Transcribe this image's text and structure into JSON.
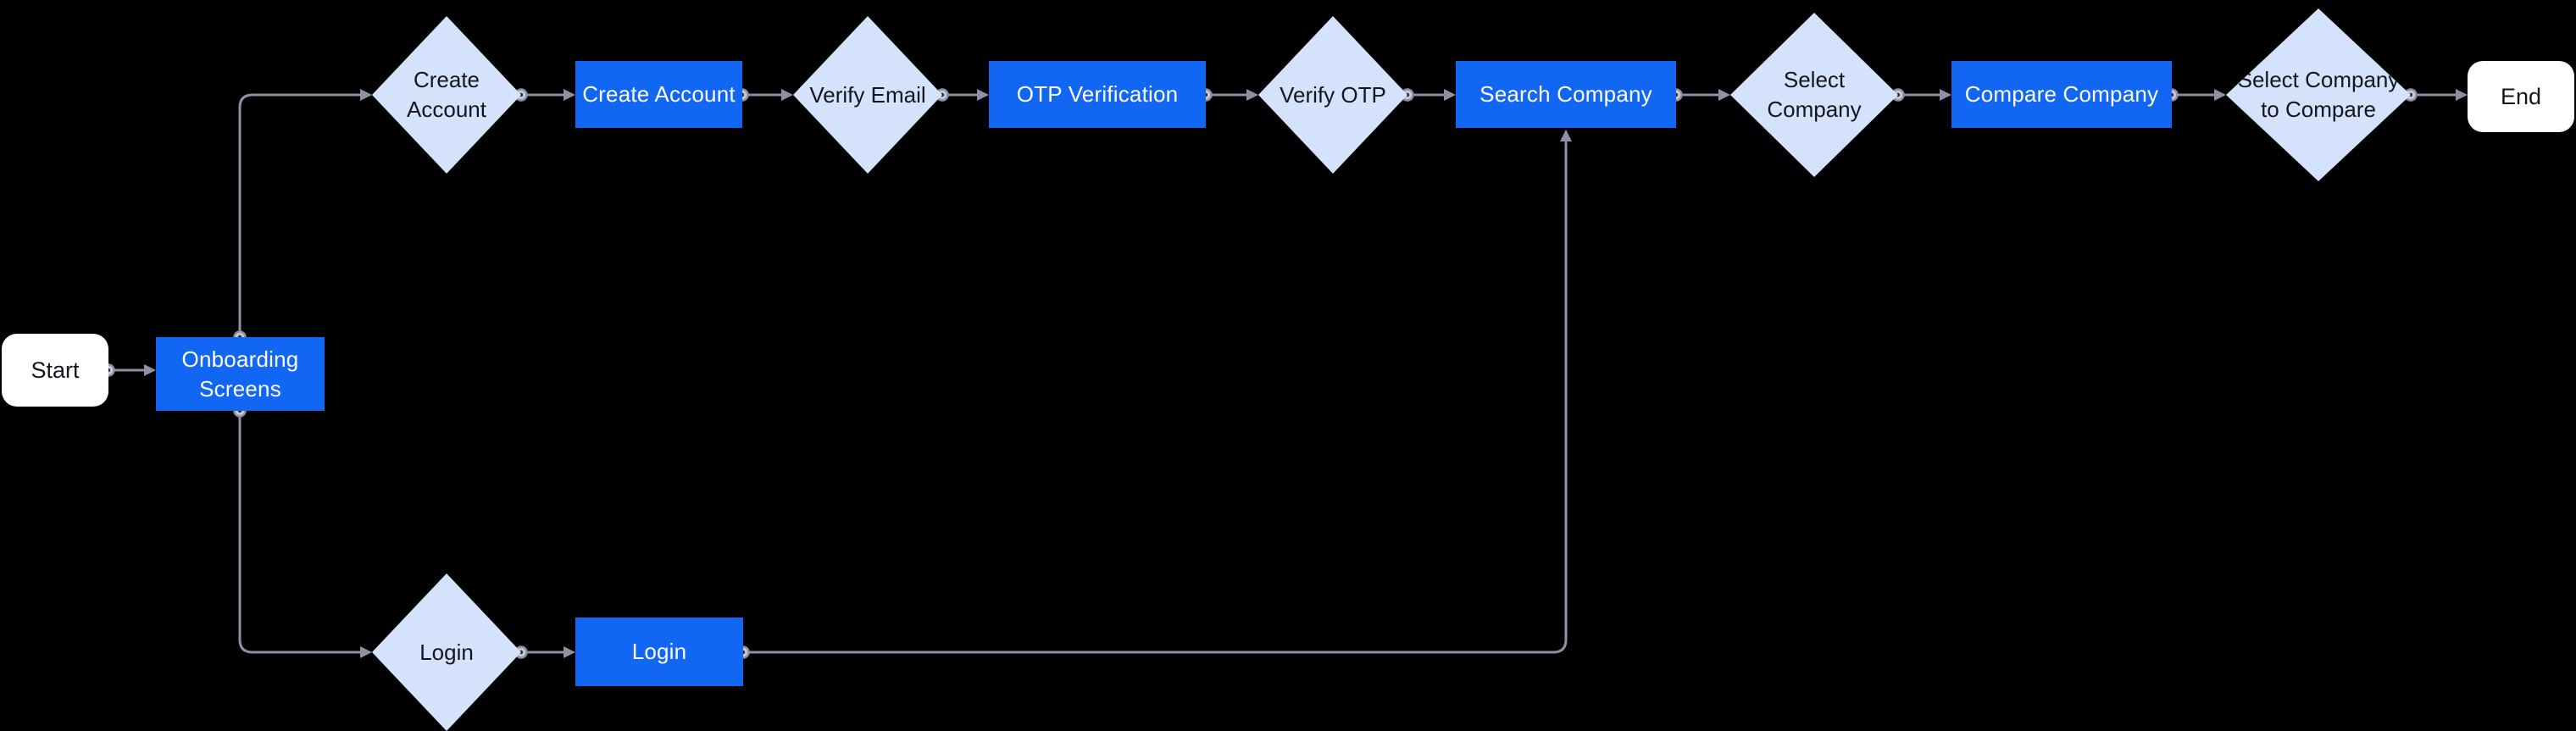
{
  "colors": {
    "background": "#000000",
    "process_fill": "#1166F3",
    "process_text": "#FFFFFF",
    "decision_fill": "#D5E2FB",
    "decision_text": "#15151E",
    "terminator_fill": "#FFFFFF",
    "terminator_text": "#15151E",
    "connector": "#8F8FA5"
  },
  "nodes": {
    "start": {
      "label": "Start",
      "type": "terminator"
    },
    "onboarding": {
      "label": "Onboarding Screens",
      "type": "process"
    },
    "create_account_d": {
      "label": "Create Account",
      "type": "decision"
    },
    "create_account_p": {
      "label": "Create Account",
      "type": "process"
    },
    "verify_email": {
      "label": "Verify Email",
      "type": "decision"
    },
    "otp_verification": {
      "label": "OTP Verification",
      "type": "process"
    },
    "verify_otp": {
      "label": "Verify OTP",
      "type": "decision"
    },
    "search_company": {
      "label": "Search Company",
      "type": "process"
    },
    "select_company": {
      "label": "Select Company",
      "type": "decision"
    },
    "compare_company": {
      "label": "Compare Company",
      "type": "process"
    },
    "select_company_to_compare": {
      "label": "Select Company to Compare",
      "type": "decision"
    },
    "end": {
      "label": "End",
      "type": "terminator"
    },
    "login_d": {
      "label": "Login",
      "type": "decision"
    },
    "login_p": {
      "label": "Login",
      "type": "process"
    }
  },
  "edges": [
    {
      "from": "start",
      "to": "onboarding"
    },
    {
      "from": "onboarding",
      "to": "create_account_d"
    },
    {
      "from": "onboarding",
      "to": "login_d"
    },
    {
      "from": "create_account_d",
      "to": "create_account_p"
    },
    {
      "from": "create_account_p",
      "to": "verify_email"
    },
    {
      "from": "verify_email",
      "to": "otp_verification"
    },
    {
      "from": "otp_verification",
      "to": "verify_otp"
    },
    {
      "from": "verify_otp",
      "to": "search_company"
    },
    {
      "from": "search_company",
      "to": "select_company"
    },
    {
      "from": "select_company",
      "to": "compare_company"
    },
    {
      "from": "compare_company",
      "to": "select_company_to_compare"
    },
    {
      "from": "select_company_to_compare",
      "to": "end"
    },
    {
      "from": "login_d",
      "to": "login_p"
    },
    {
      "from": "login_p",
      "to": "search_company"
    }
  ]
}
